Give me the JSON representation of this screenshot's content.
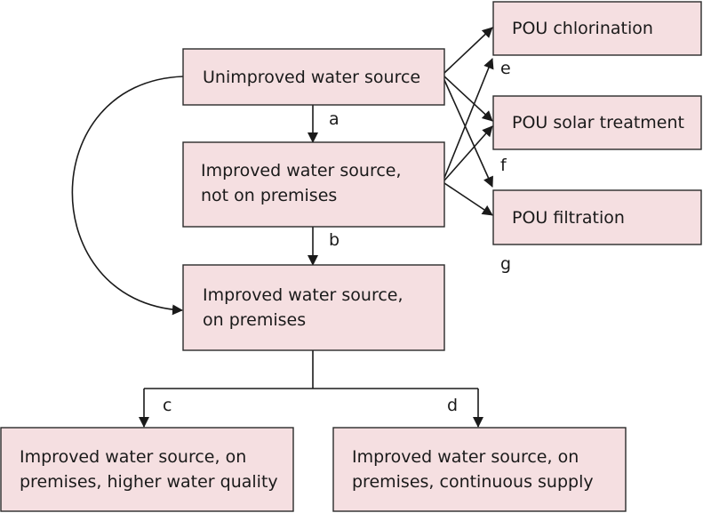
{
  "nodes": {
    "unimproved": {
      "lines": [
        "Unimproved water source"
      ]
    },
    "improved_not_premises": {
      "lines": [
        "Improved water source,",
        "not on premises"
      ]
    },
    "improved_premises": {
      "lines": [
        "Improved water source,",
        "on premises"
      ]
    },
    "higher_quality": {
      "lines": [
        "Improved water source, on",
        "premises, higher water quality"
      ]
    },
    "continuous_supply": {
      "lines": [
        "Improved water source, on",
        "premises, continuous supply"
      ]
    },
    "pou_chlorination": {
      "lines": [
        "POU chlorination"
      ]
    },
    "pou_solar": {
      "lines": [
        "POU solar treatment"
      ]
    },
    "pou_filtration": {
      "lines": [
        "POU filtration"
      ]
    }
  },
  "edge_labels": {
    "a": "a",
    "b": "b",
    "c": "c",
    "d": "d",
    "e": "e",
    "f": "f",
    "g": "g"
  },
  "colors": {
    "box_fill": "#f5dfe1",
    "box_stroke": "#2a2a2a",
    "line": "#1a1a1a"
  }
}
